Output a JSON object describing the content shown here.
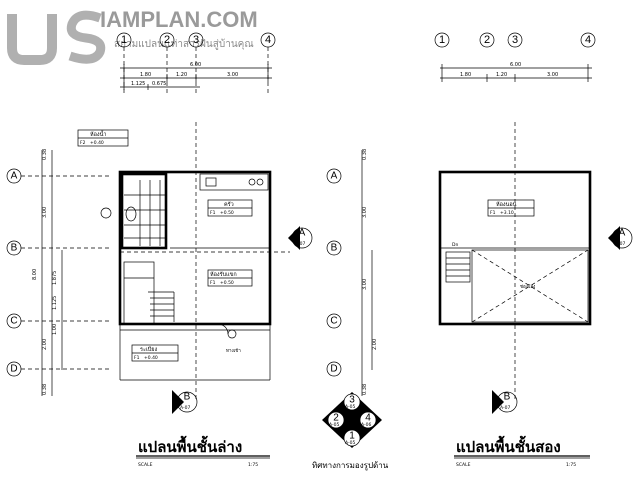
{
  "logo": {
    "brand": "IAMPLAN.COM",
    "tagline": "สยามแปลนเเท่าสารฝันสู่บ้านคุณ"
  },
  "grid_numbers": [
    "1",
    "2",
    "3",
    "4"
  ],
  "grid_letters": [
    "A",
    "B",
    "C",
    "D"
  ],
  "dims": {
    "total_width": "6.00",
    "spans": [
      "1.80",
      "1.20",
      "3.00"
    ],
    "sub_spans": [
      "1.125",
      "0.675"
    ],
    "vert_total": "8.00",
    "vert_spans": [
      "0.38",
      "3.00",
      "1.875",
      "1.125",
      "1.00",
      "0.38"
    ],
    "vert_sub": [
      "2.00",
      "2.00"
    ],
    "vert_left2": [
      "0.38",
      "3.00",
      "3.00",
      "2.00",
      "0.38"
    ]
  },
  "rooms": {
    "bath": {
      "name": "ห้องน้ำ",
      "code": "F2",
      "level": "+0.40"
    },
    "kitchen": {
      "name": "ครัว",
      "code": "F1",
      "level": "+0.50"
    },
    "living": {
      "name": "ห้องรับแขก",
      "code": "F1",
      "level": "+0.50"
    },
    "porch": {
      "name": "ระเบียง",
      "code": "F1",
      "level": "+0.40"
    },
    "bedroom": {
      "name": "ห้องนอน",
      "code": "F1",
      "level": "+3.10"
    },
    "door_label": "ทางเข้า",
    "upper_tag": "Dn",
    "void_label": "ช่องโล่ง"
  },
  "section_marks": [
    {
      "letter": "A",
      "ref": "A-07"
    },
    {
      "letter": "B",
      "ref": "A-07"
    }
  ],
  "elevation_key": {
    "marks": [
      {
        "n": "3",
        "ref": "A-05"
      },
      {
        "n": "2",
        "ref": "A-05"
      },
      {
        "n": "4",
        "ref": "A-06"
      },
      {
        "n": "1",
        "ref": "A-05"
      }
    ],
    "caption": "ทิศทางการมองรูปด้าน"
  },
  "titles": {
    "ground": "แปลนพื้นชั้นล่าง",
    "upper": "แปลนพื้นชั้นสอง",
    "scale_word": "SCALE",
    "scale": "1:75"
  }
}
